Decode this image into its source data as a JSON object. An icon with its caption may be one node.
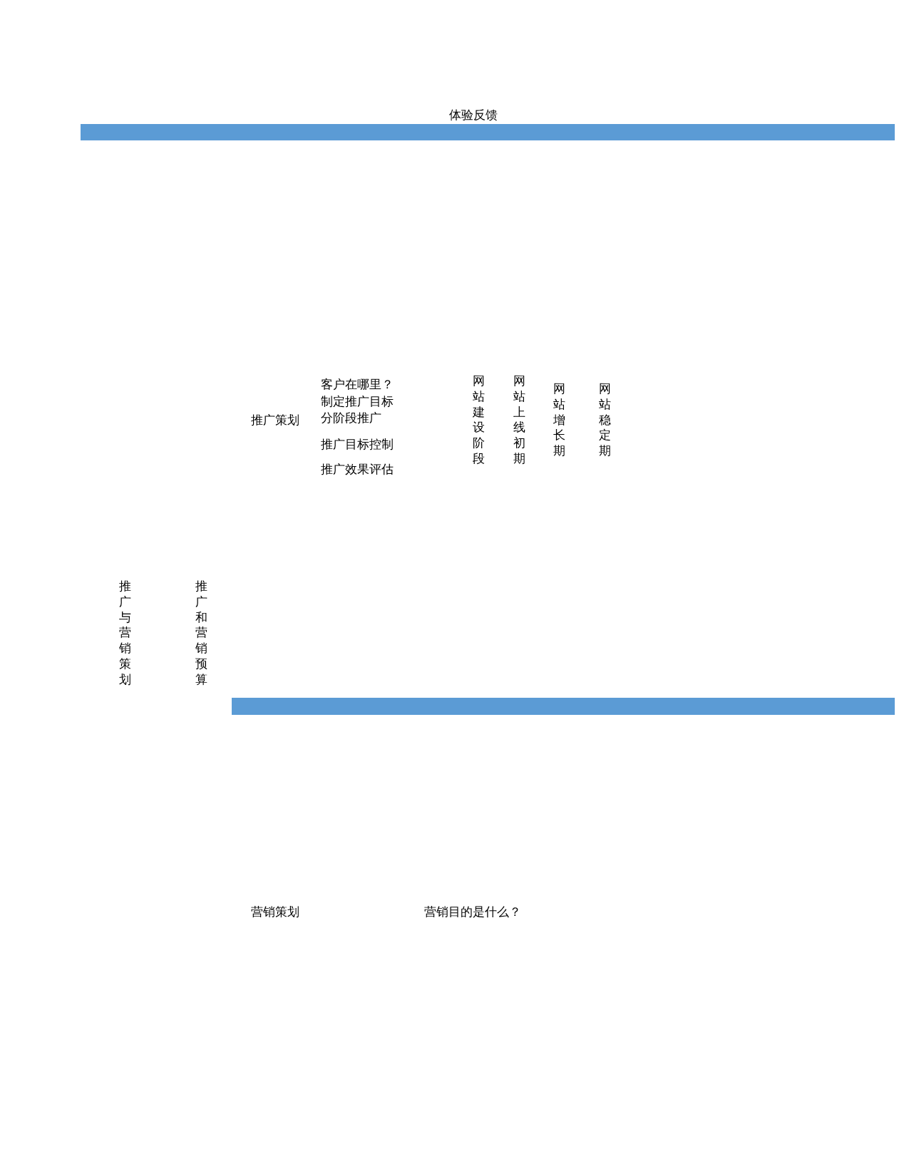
{
  "diagram": {
    "nodes": [
      {
        "text": [
          "体验反馈"
        ]
      },
      {
        "text": [],
        "shape": "bar"
      }
    ],
    "labels": [
      "推广策划",
      "客户在哪里？",
      "制定推广目标",
      "分阶段推广",
      "推广目标控制",
      "推广效果评估",
      "网站建设阶段",
      "网站上线初期",
      "网站增长期",
      "网站稳定期",
      "推广与营销策划",
      "推广和营销预算",
      "营销策划",
      "营销目的是什么？"
    ]
  }
}
